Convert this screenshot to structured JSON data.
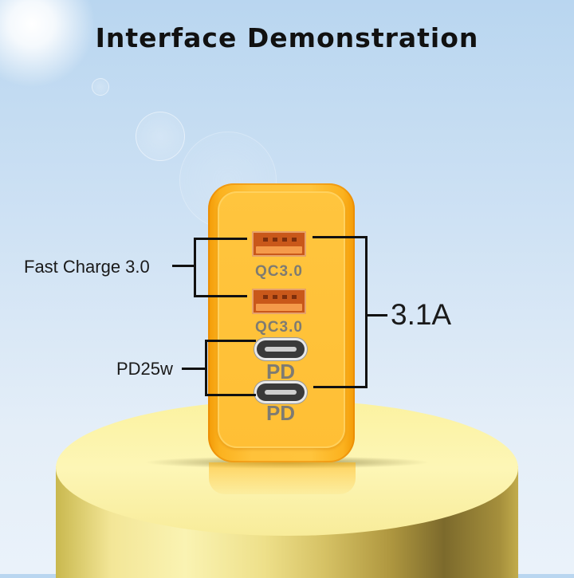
{
  "title": "Interface Demonstration",
  "callouts": {
    "fast_charge": "Fast Charge 3.0",
    "pd": "PD25w",
    "current": "3.1A"
  },
  "ports": [
    {
      "type": "usb-a",
      "label": "QC3.0"
    },
    {
      "type": "usb-a",
      "label": "QC3.0"
    },
    {
      "type": "usb-c",
      "label": "PD"
    },
    {
      "type": "usb-c",
      "label": "PD"
    }
  ],
  "colors": {
    "charger_body": "#ffc23a",
    "charger_edge": "#f39a06",
    "pedestal_top": "#fdf6b6",
    "background": "#cfe2f4",
    "label_gray": "#7e7b72"
  }
}
